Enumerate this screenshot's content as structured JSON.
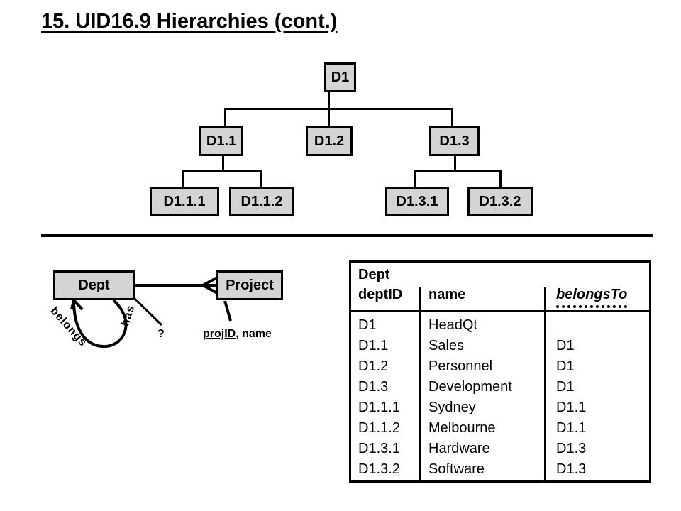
{
  "slide": {
    "title": "15. UID16.9  Hierarchies (cont.)"
  },
  "hierarchy": {
    "root": "D1",
    "level1": [
      "D1.1",
      "D1.2",
      "D1.3"
    ],
    "level2": [
      "D1.1.1",
      "D1.1.2",
      "D1.3.1",
      "D1.3.2"
    ]
  },
  "er": {
    "entity_dept": "Dept",
    "entity_project": "Project",
    "rel_belongs": "belongs",
    "rel_has": "has",
    "question": "?",
    "proj_key": "projID",
    "proj_sep": ", ",
    "proj_attr": "name"
  },
  "table": {
    "name": "Dept",
    "columns": [
      "deptID",
      "name",
      "belongsTo"
    ],
    "rows": [
      [
        "D1",
        "HeadQt",
        ""
      ],
      [
        "D1.1",
        "Sales",
        "D1"
      ],
      [
        "D1.2",
        "Personnel",
        "D1"
      ],
      [
        "D1.3",
        "Development",
        "D1"
      ],
      [
        "D1.1.1",
        "Sydney",
        "D1.1"
      ],
      [
        "D1.1.2",
        "Melbourne",
        "D1.1"
      ],
      [
        "D1.3.1",
        "Hardware",
        "D1.3"
      ],
      [
        "D1.3.2",
        "Software",
        "D1.3"
      ]
    ]
  }
}
